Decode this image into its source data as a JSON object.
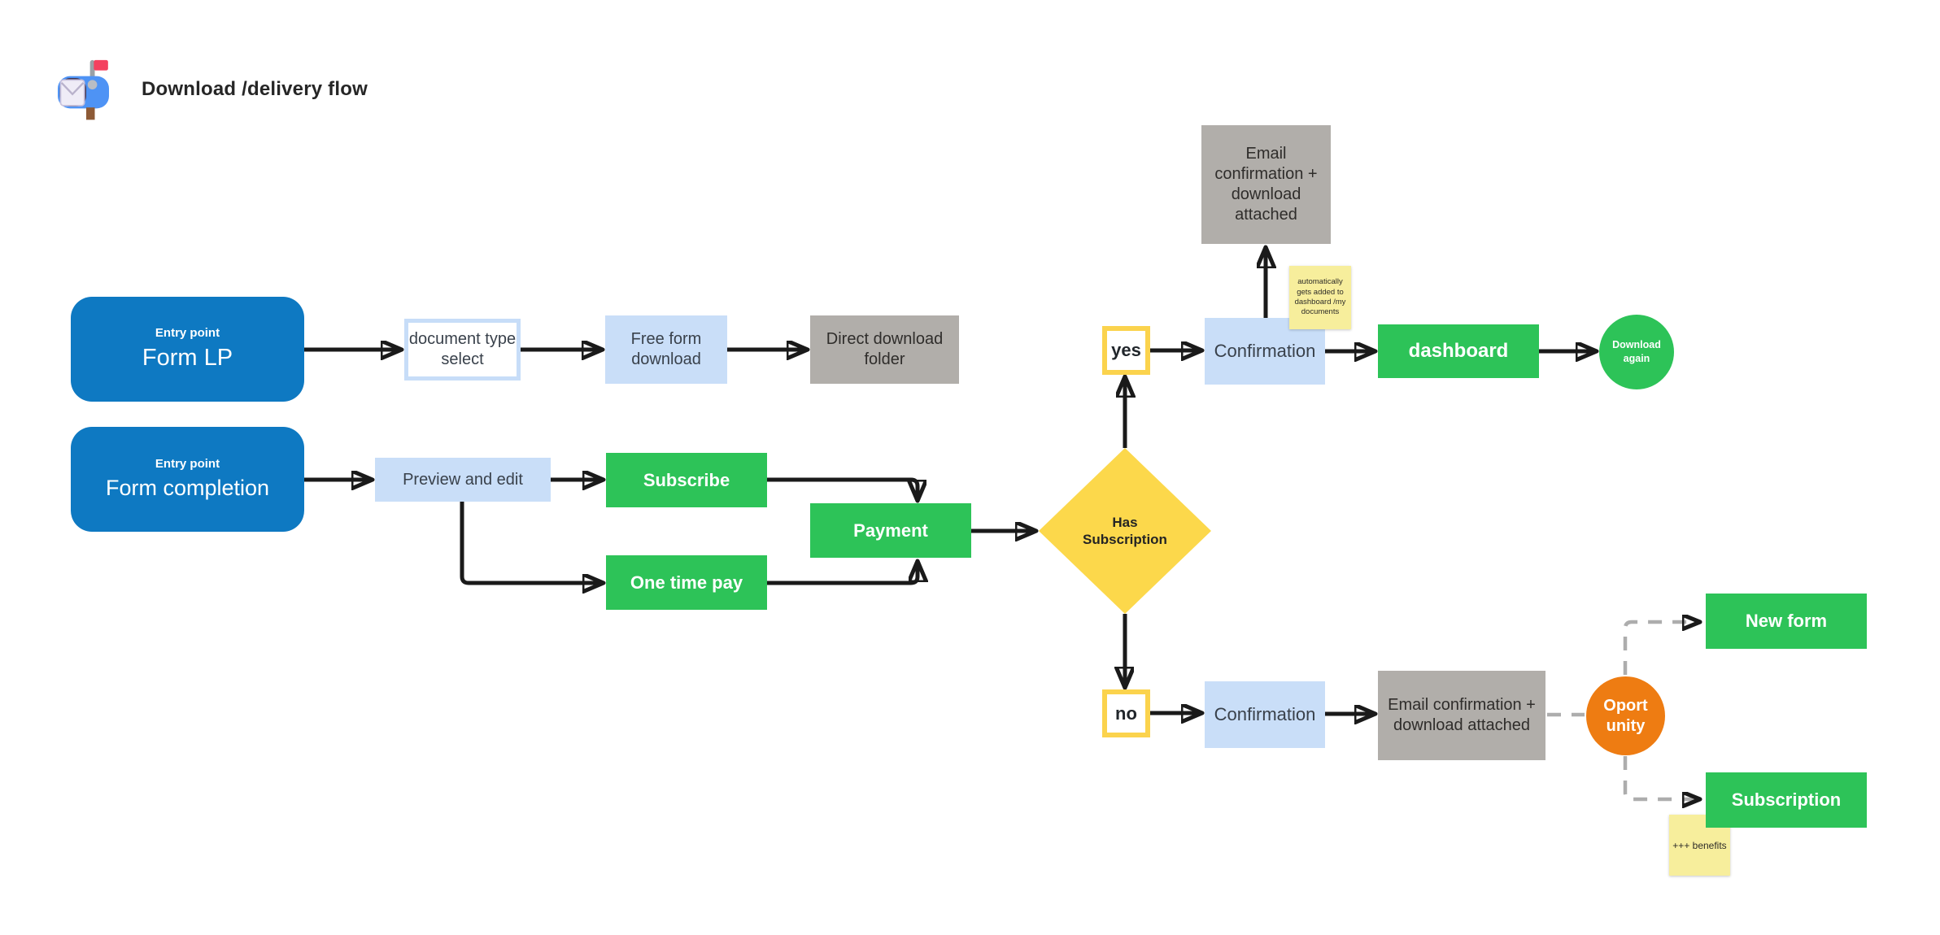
{
  "header": {
    "title": "Download /delivery flow",
    "icon": "mailbox-icon"
  },
  "colors": {
    "entry_blue": "#0e79c2",
    "light_blue": "#c9def8",
    "green": "#2dc358",
    "gray": "#b1aeaa",
    "yellow": "#fcd84b",
    "orange": "#ee7c12",
    "sticky_yellow": "#f7ee9c",
    "connector_black": "#1a1a1a",
    "connector_gray": "#adadad"
  },
  "nodes": {
    "form_lp": {
      "tag": "Entry point",
      "label": "Form LP"
    },
    "form_completion": {
      "tag": "Entry point",
      "label": "Form completion"
    },
    "doc_type_select": {
      "label": "document type select"
    },
    "free_form_download": {
      "label": "Free form download"
    },
    "direct_download_folder": {
      "label": "Direct download folder"
    },
    "preview_and_edit": {
      "label": "Preview and edit"
    },
    "subscribe": {
      "label": "Subscribe"
    },
    "one_time_pay": {
      "label": "One time pay"
    },
    "payment": {
      "label": "Payment"
    },
    "has_subscription": {
      "label": "Has Subscription"
    },
    "yes": {
      "label": "yes"
    },
    "no": {
      "label": "no"
    },
    "confirmation_top": {
      "label": "Confirmation"
    },
    "email_top": {
      "label": "Email confirmation + download attached"
    },
    "dashboard": {
      "label": "dashboard"
    },
    "download_again": {
      "label": "Download again"
    },
    "confirmation_bottom": {
      "label": "Confirmation"
    },
    "email_bottom": {
      "label": "Email confirmation + download attached"
    },
    "oportunity": {
      "label": "Oport unity"
    },
    "new_form": {
      "label": "New form"
    },
    "subscription": {
      "label": "Subscription"
    }
  },
  "stickies": {
    "auto_dashboard": {
      "text": "automatically gets added to dashboard /my documents"
    },
    "benefits": {
      "text": "+++ benefits"
    }
  }
}
